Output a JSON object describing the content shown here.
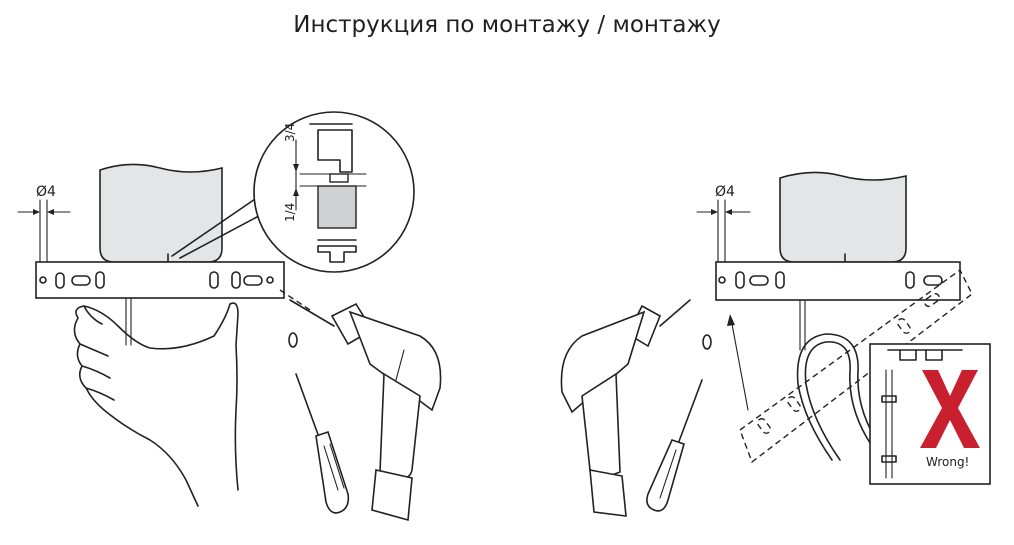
{
  "title": "Инструкция по монтажу / монтажу",
  "diagram": {
    "left_panel": {
      "diameter_label": "Ø4",
      "detail_top_label": "3/4",
      "detail_bottom_label": "1/4"
    },
    "right_panel": {
      "diameter_label": "Ø4",
      "wrong_label": "Wrong!",
      "x_mark_color": "#c8202f"
    }
  }
}
